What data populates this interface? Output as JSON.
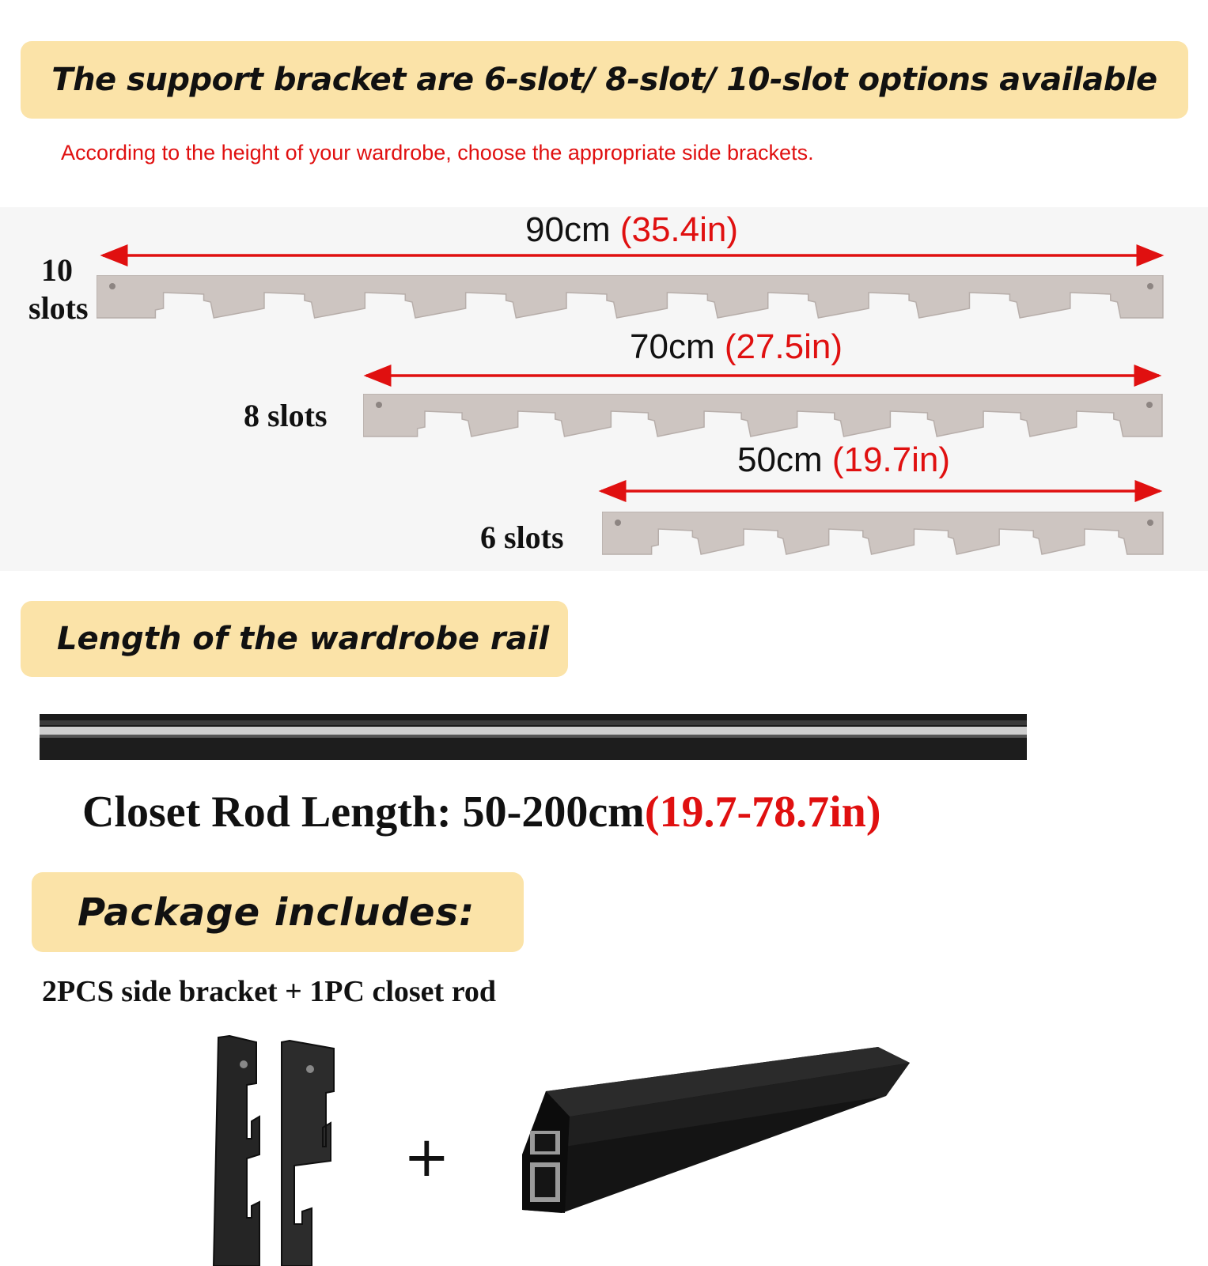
{
  "header": {
    "title": "The support bracket are 6-slot/  8-slot/ 10-slot options available",
    "note": "According to the height of your wardrobe, choose the appropriate side brackets."
  },
  "brackets": [
    {
      "slot_label_line1": "10",
      "slot_label_line2": "slots",
      "length_cm": "90cm",
      "length_in": "(35.4in)",
      "slots": 10
    },
    {
      "slot_label": "8 slots",
      "length_cm": "70cm",
      "length_in": "(27.5in)",
      "slots": 8
    },
    {
      "slot_label": "6 slots",
      "length_cm": "50cm",
      "length_in": "(19.7in)",
      "slots": 6
    }
  ],
  "rail_section": {
    "title": "Length of the wardrobe rail",
    "caption": "Closet Rod Length: 50-200cm",
    "caption_in": "(19.7-78.7in)"
  },
  "package": {
    "title": "Package includes:",
    "contents": "2PCS side bracket + 1PC closet rod",
    "plus": "+"
  },
  "colors": {
    "banner": "#fbe3a8",
    "accent_red": "#e01010",
    "bracket": "#cdc5c1",
    "rod": "#1c1c1c"
  }
}
